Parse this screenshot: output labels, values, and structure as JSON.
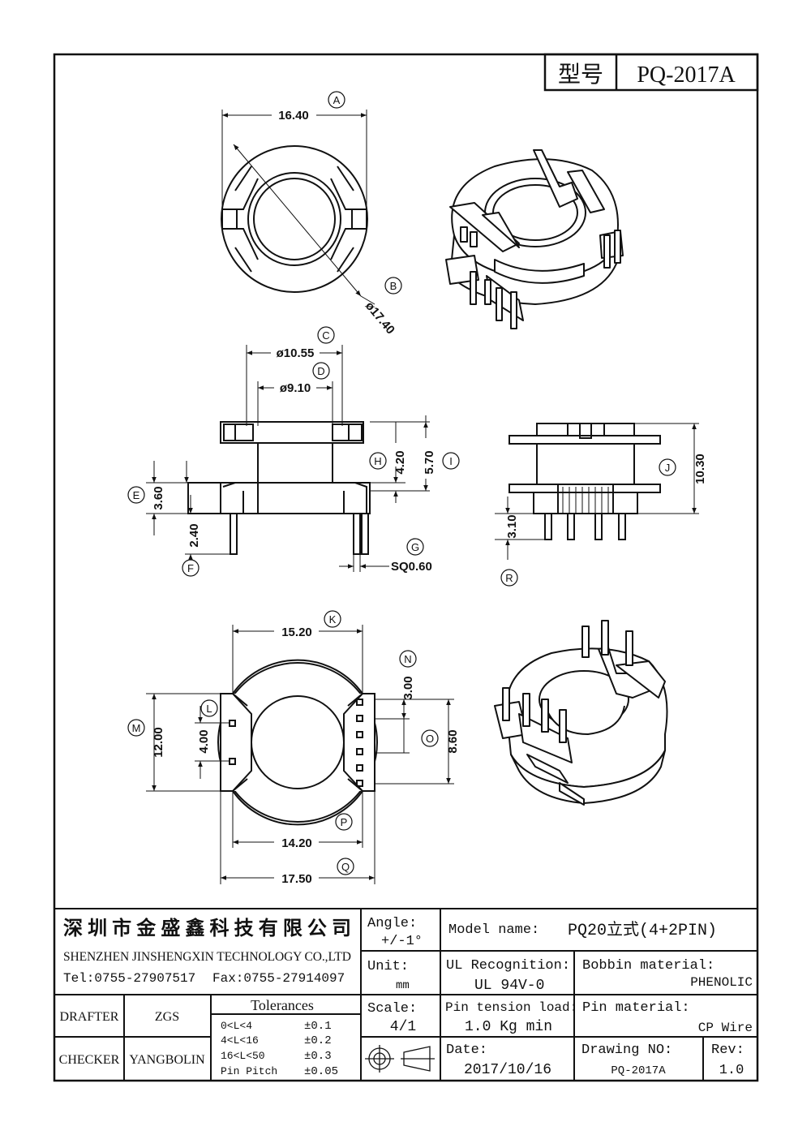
{
  "header": {
    "model_label": "型号",
    "model_value": "PQ-2017A"
  },
  "views": {
    "top": {
      "dim_a": "16.40",
      "letter_a": "A",
      "dim_b": "ø17.40",
      "letter_b": "B"
    },
    "front": {
      "dim_c": "ø10.55",
      "letter_c": "C",
      "dim_d": "ø9.10",
      "letter_d": "D",
      "dim_e": "3.60",
      "letter_e": "E",
      "dim_f": "2.40",
      "letter_f": "F",
      "dim_g": "SQ0.60",
      "letter_g": "G",
      "dim_h": "4.20",
      "letter_h": "H",
      "dim_i": "5.70",
      "letter_i": "I"
    },
    "side": {
      "dim_j": "10.30",
      "letter_j": "J",
      "dim_r": "3.10",
      "letter_r": "R"
    },
    "bottom": {
      "dim_k": "15.20",
      "letter_k": "K",
      "dim_l": "4.00",
      "letter_l": "L",
      "dim_m": "12.00",
      "letter_m": "M",
      "dim_n": "3.00",
      "letter_n": "N",
      "dim_o": "8.60",
      "letter_o": "O",
      "dim_p": "14.20",
      "letter_p": "P",
      "dim_q": "17.50",
      "letter_q": "Q"
    }
  },
  "title_block": {
    "company_cn": "深圳市金盛鑫科技有限公司",
    "company_en": "SHENZHEN JINSHENGXIN TECHNOLOGY CO.,LTD",
    "tel": "Tel:0755-27907517",
    "fax": "Fax:0755-27914097",
    "angle_label": "Angle:",
    "angle_value": "+/-1°",
    "model_name_label": "Model name:",
    "model_name_value": "PQ20立式(4+2PIN)",
    "unit_label": "Unit:",
    "unit_value": "mm",
    "ul_label": "UL Recognition:",
    "ul_value": "UL 94V-0",
    "bobbin_label": "Bobbin material:",
    "bobbin_value": "PHENOLIC",
    "scale_label": "Scale:",
    "scale_value": "4/1",
    "pin_tension_label": "Pin tension load:",
    "pin_tension_value": "1.0 Kg min",
    "pin_material_label": "Pin material:",
    "pin_material_value": "CP Wire",
    "drafter_label": "DRAFTER",
    "drafter_value": "ZGS",
    "checker_label": "CHECKER",
    "checker_value": "YANGBOLIN",
    "tolerances_label": "Tolerances",
    "tolerances": [
      {
        "range": "0<L<4",
        "value": "±0.1"
      },
      {
        "range": "4<L<16",
        "value": "±0.2"
      },
      {
        "range": "16<L<50",
        "value": "±0.3"
      },
      {
        "range": "Pin Pitch",
        "value": "±0.05"
      }
    ],
    "date_label": "Date:",
    "date_value": "2017/10/16",
    "drawing_no_label": "Drawing NO:",
    "drawing_no_value": "PQ-2017A",
    "rev_label": "Rev:",
    "rev_value": "1.0"
  }
}
